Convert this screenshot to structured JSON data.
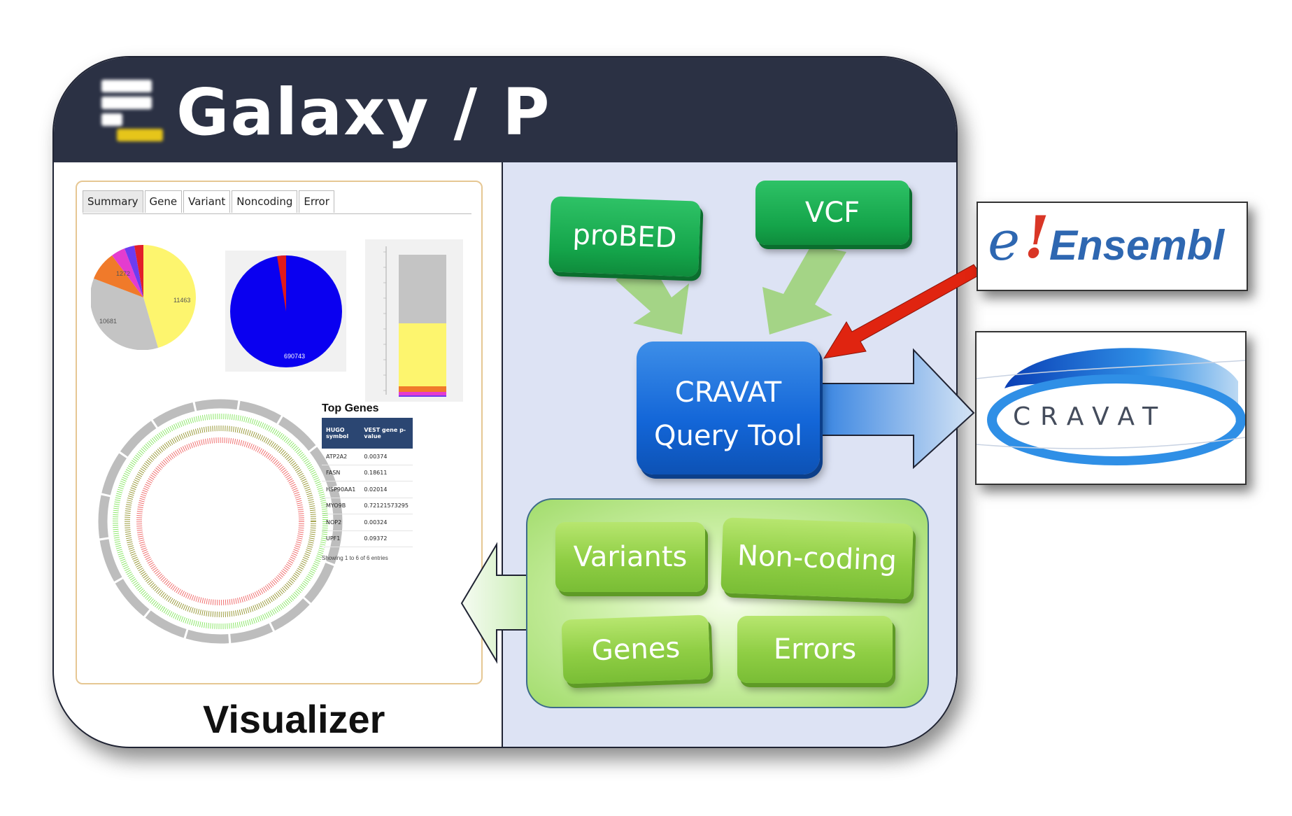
{
  "header": {
    "title": "Galaxy / P"
  },
  "visualizer": {
    "label": "Visualizer",
    "tabs": [
      "Summary",
      "Gene",
      "Variant",
      "Noncoding",
      "Error"
    ],
    "pie1": {
      "values": [
        11463,
        10681,
        1272
      ],
      "labels": [
        "11463",
        "10681",
        "1272"
      ]
    },
    "pie2": {
      "values": [
        690743
      ],
      "labels": [
        "690743"
      ]
    },
    "top_genes": {
      "title": "Top Genes",
      "columns": [
        "HUGO symbol",
        "VEST gene p-value"
      ],
      "rows": [
        [
          "ATP2A2",
          "0.00374"
        ],
        [
          "FASN",
          "0.18611"
        ],
        [
          "HSP90AA1",
          "0.02014"
        ],
        [
          "MYO9B",
          "0.72121573295"
        ],
        [
          "NOP2",
          "0.00324"
        ],
        [
          "UPF1",
          "0.09372"
        ]
      ],
      "footer": "Showing 1 to 6 of 6 entries"
    }
  },
  "workflow": {
    "inputs": [
      "proBED",
      "VCF"
    ],
    "tool": "CRAVAT\nQuery Tool",
    "results": [
      "Variants",
      "Non-coding",
      "Genes",
      "Errors"
    ]
  },
  "external": {
    "ensembl": {
      "e": "e",
      "bang": "!",
      "name": "Ensembl"
    },
    "cravat": {
      "name": "CRAVAT"
    }
  },
  "colors": {
    "header": "#2b3144",
    "panel": "#dde3f4",
    "dark_green": "#14a44a",
    "light_green": "#8fce44",
    "tool_blue": "#1366d8",
    "arrow_red": "#e02410"
  }
}
